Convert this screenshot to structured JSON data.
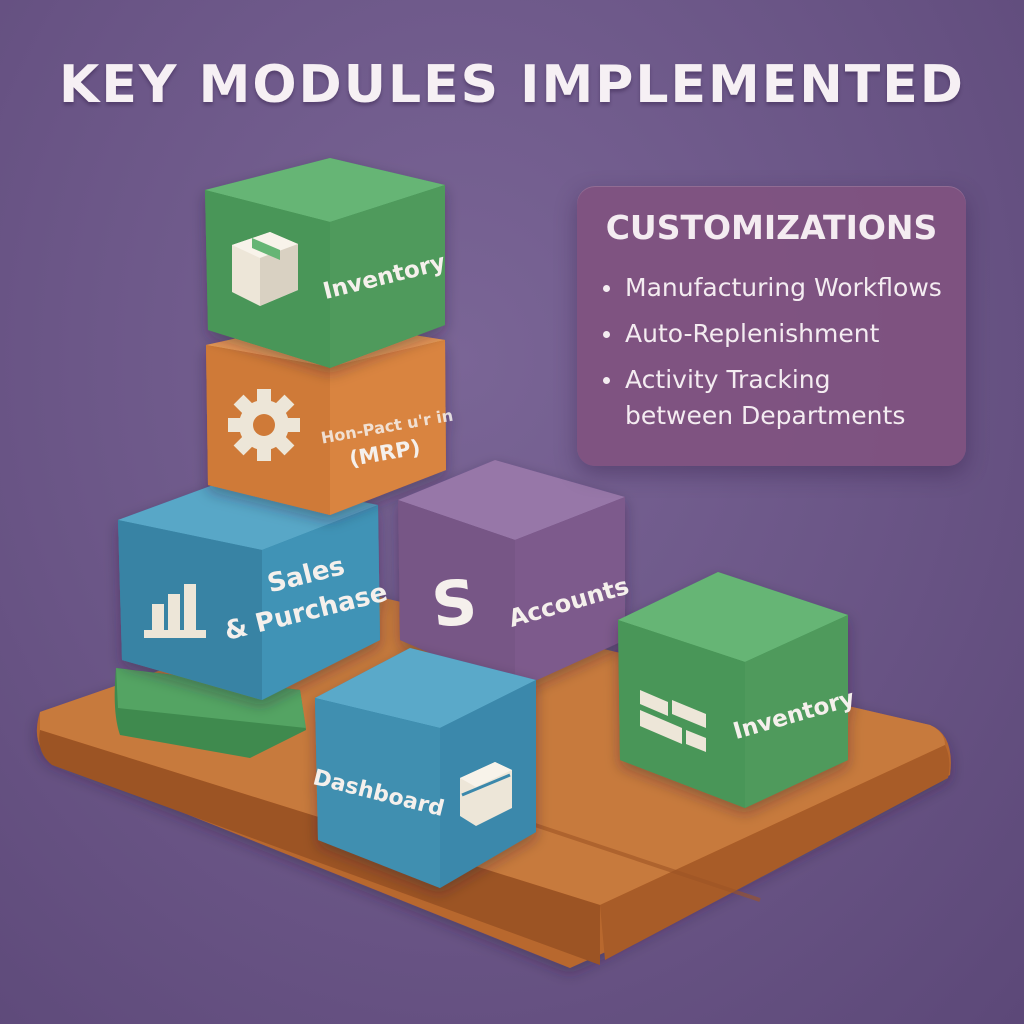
{
  "title": "KEY MODULES IMPLEMENTED",
  "modules": {
    "inventory_top": "Inventory",
    "manufacturing_line1": "Hon-Pact u'r in",
    "manufacturing_line2": "(MRP)",
    "sales_line1": "Sales",
    "sales_line2": "& Purchase",
    "accounts": "Accounts",
    "accounts_symbol": "S",
    "dashboard": "Dashboard",
    "inventory_right": "Inventory"
  },
  "customizations": {
    "title": "CUSTOMIZATIONS",
    "items": [
      "Manufacturing Workflows",
      "Auto-Replenishment",
      "Activity Tracking between Departments"
    ]
  },
  "colors": {
    "background": "#6a5586",
    "green": "#4f9a5c",
    "orange": "#d9843f",
    "blue": "#3f8fb0",
    "purple": "#7d5a8c",
    "base": "#b8672e",
    "panel": "#805080"
  },
  "icons": {
    "inventory_top": "box-icon",
    "manufacturing": "gear-icon",
    "sales": "bar-chart-icon",
    "accounts": "dollar-icon",
    "dashboard": "document-icon",
    "inventory_right": "bricks-icon"
  }
}
